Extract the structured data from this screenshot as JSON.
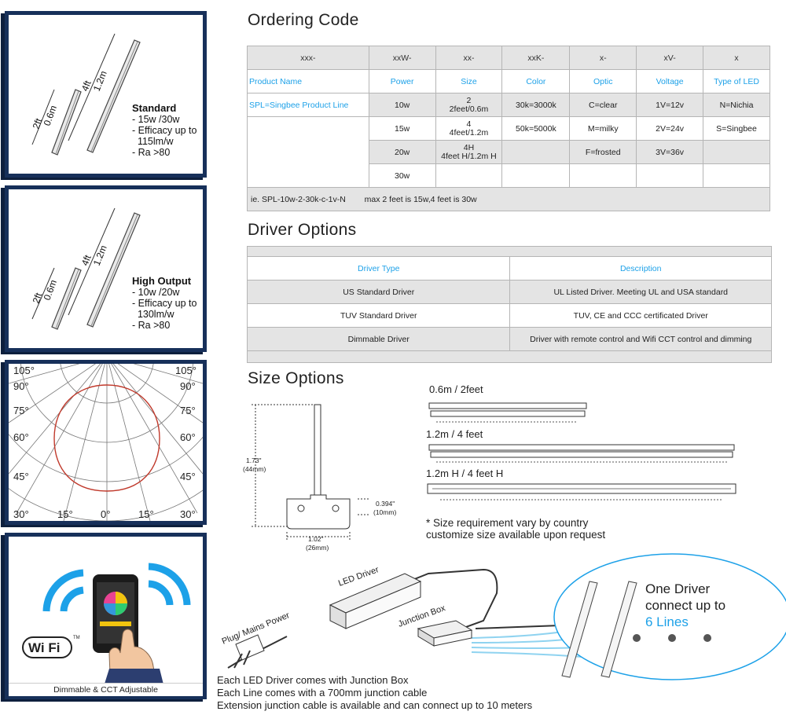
{
  "left_panels": {
    "standard": {
      "title": "Standard",
      "lines": [
        "- 15w /30w",
        "- Efficacy up to",
        "  115lm/w",
        "- Ra >80"
      ],
      "dims": [
        "2ft",
        "0.6m",
        "4ft",
        "1.2m"
      ]
    },
    "high_output": {
      "title": "High Output",
      "lines": [
        "- 10w /20w",
        "- Efficacy up to",
        "  130lm/w",
        "- Ra >80"
      ],
      "dims": [
        "2ft",
        "0.6m",
        "4ft",
        "1.2m"
      ]
    },
    "polar": {
      "labels_left": [
        "105°",
        "90°",
        "75°",
        "60°",
        "45°",
        "30°"
      ],
      "labels_right": [
        "105°",
        "90°",
        "75°",
        "60°",
        "45°",
        "30°"
      ],
      "labels_bottom": [
        "15°",
        "0°",
        "15°"
      ]
    },
    "app": {
      "wifi_text": "Wi Fi",
      "tm": "TM",
      "caption": "Dimmable & CCT Adjustable"
    }
  },
  "ordering_code": {
    "title": "Ordering Code",
    "codes": [
      "xxx-",
      "xxW-",
      "xx-",
      "xxK-",
      "x-",
      "xV-",
      "x"
    ],
    "labels": [
      "Product Name",
      "Power",
      "Size",
      "Color",
      "Optic",
      "Voltage",
      "Type of LED"
    ],
    "product_line": "SPL=Singbee Product Line",
    "power": [
      "10w",
      "15w",
      "20w",
      "30w"
    ],
    "size": [
      "2\n2feet/0.6m",
      "4\n4feet/1.2m",
      "4H\n4feet H/1.2m H",
      ""
    ],
    "color": [
      "30k=3000k",
      "50k=5000k",
      "",
      ""
    ],
    "optic": [
      "C=clear",
      "M=milky",
      "F=frosted",
      ""
    ],
    "voltage": [
      "1V=12v",
      "2V=24v",
      "3V=36v",
      ""
    ],
    "led": [
      "N=Nichia",
      "S=Singbee",
      "",
      ""
    ],
    "example": "ie. SPL-10w-2-30k-c-1v-N",
    "example_note": "max 2 feet is 15w,4 feet is 30w"
  },
  "driver_options": {
    "title": "Driver Options",
    "headers": [
      "Driver Type",
      "Description"
    ],
    "rows": [
      [
        "US Standard Driver",
        "UL Listed Driver. Meeting UL and USA standard"
      ],
      [
        "TUV Standard Driver",
        "TUV, CE and CCC certificated Driver"
      ],
      [
        "Dimmable Driver",
        "Driver with remote control and Wifi CCT control and dimming"
      ]
    ]
  },
  "size_options": {
    "title": "Size Options",
    "profile_dims": {
      "height": "1.73\"",
      "height_mm": "(44mm)",
      "depth": "0.394\"",
      "depth_mm": "(10mm)",
      "width": "1.02\"",
      "width_mm": "(26mm)"
    },
    "sizes": [
      "0.6m / 2feet",
      "1.2m / 4 feet",
      "1.2m H / 4 feet H"
    ],
    "note": [
      "* Size requirement vary by country",
      "customize size available upon request"
    ]
  },
  "wiring": {
    "labels": {
      "driver": "LED Driver",
      "plug": "Plug/ Mains Power",
      "junction": "Junction Box"
    },
    "bubble": {
      "line1": "One Driver",
      "line2": "connect up to",
      "highlight": "6 Lines"
    },
    "notes": [
      "Each LED Driver comes with Junction Box",
      "Each Line comes with a 700mm junction cable",
      "Extension junction cable is available and can connect up to 10 meters"
    ]
  },
  "colors": {
    "navy": "#17305a",
    "accent_blue": "#1da1e8",
    "table_grey": "#e4e4e4",
    "polar_curve": "#c0392b"
  }
}
